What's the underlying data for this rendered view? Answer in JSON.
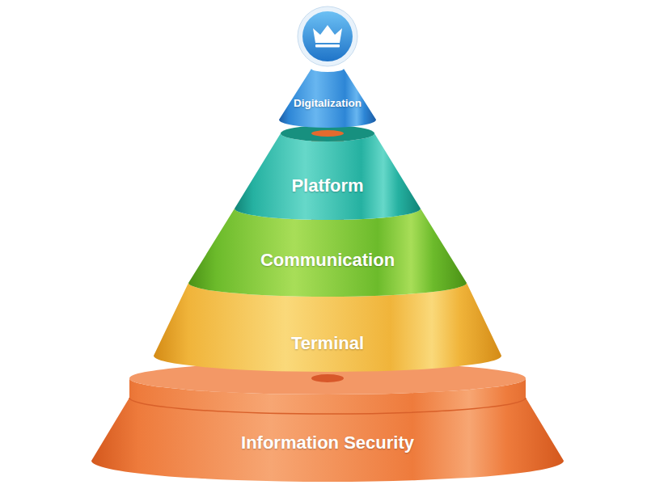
{
  "diagram": {
    "nodes": [
      {
        "text": [
          "Digitalization"
        ]
      },
      {
        "text": [
          "Platform"
        ]
      },
      {
        "text": [
          "Communication"
        ]
      },
      {
        "text": [
          "Terminal"
        ]
      },
      {
        "text": [
          "Information Security"
        ]
      }
    ]
  }
}
